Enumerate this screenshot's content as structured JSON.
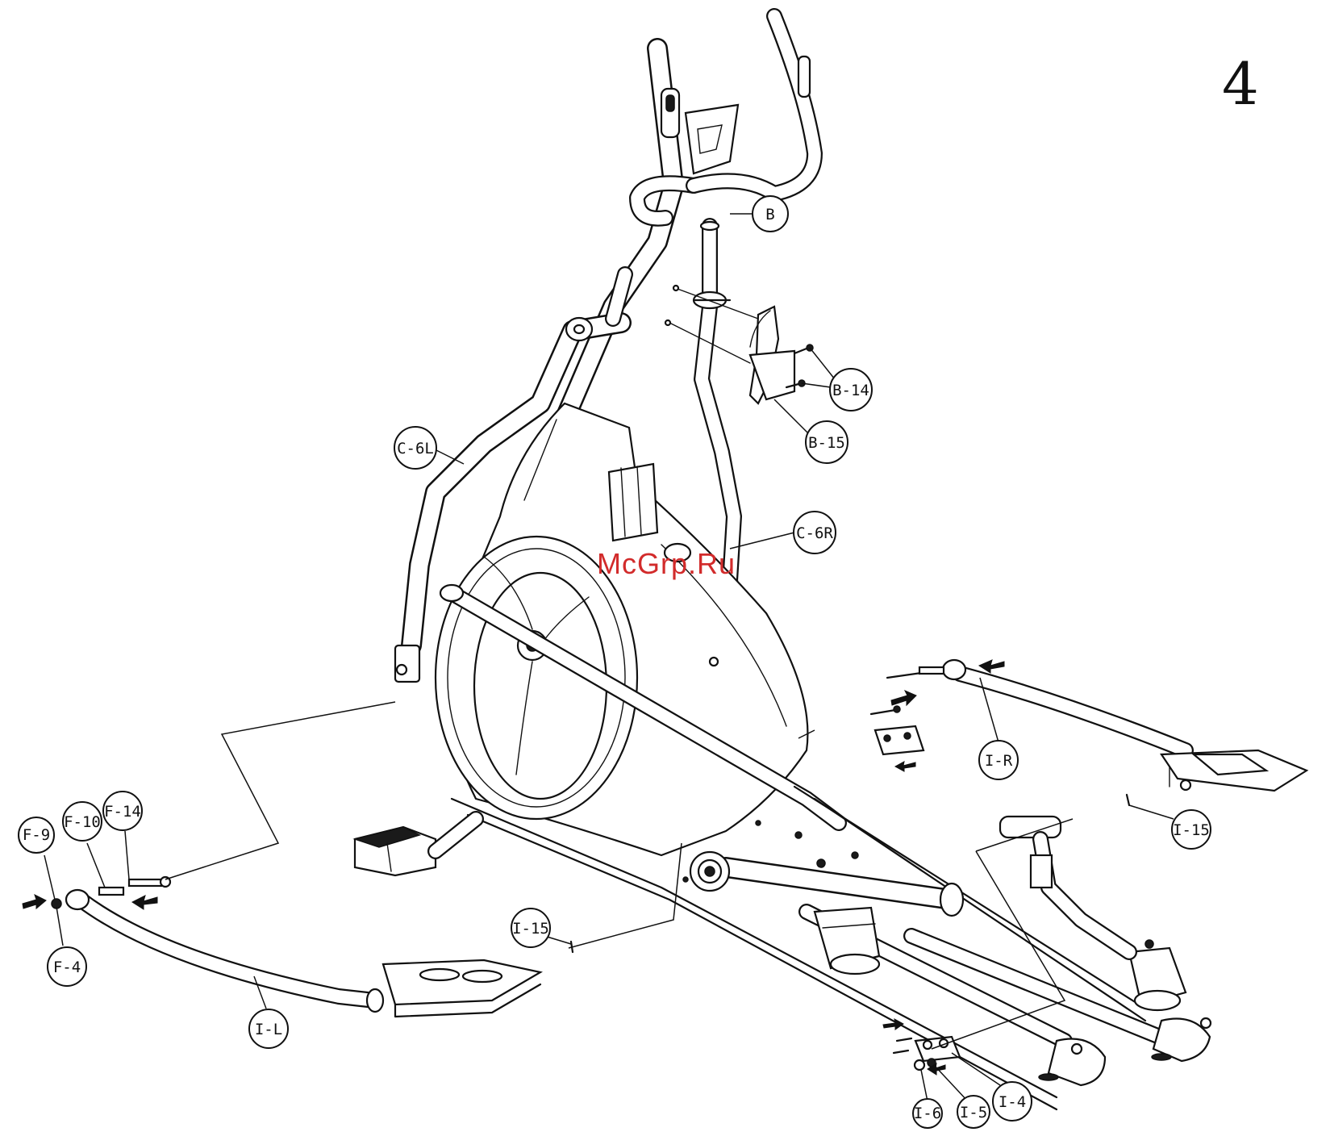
{
  "page_number": "4",
  "watermark": "McGrp.Ru",
  "callouts": {
    "B": "B",
    "B14": "B-14",
    "B15": "B-15",
    "C6L": "C-6L",
    "C6R": "C-6R",
    "IR": "I-R",
    "I15_right": "I-15",
    "I15_left": "I-15",
    "IL": "I-L",
    "F9": "F-9",
    "F10": "F-10",
    "F14": "F-14",
    "F4": "F-4",
    "I4": "I-4",
    "I5": "I-5",
    "I6": "I-6"
  }
}
